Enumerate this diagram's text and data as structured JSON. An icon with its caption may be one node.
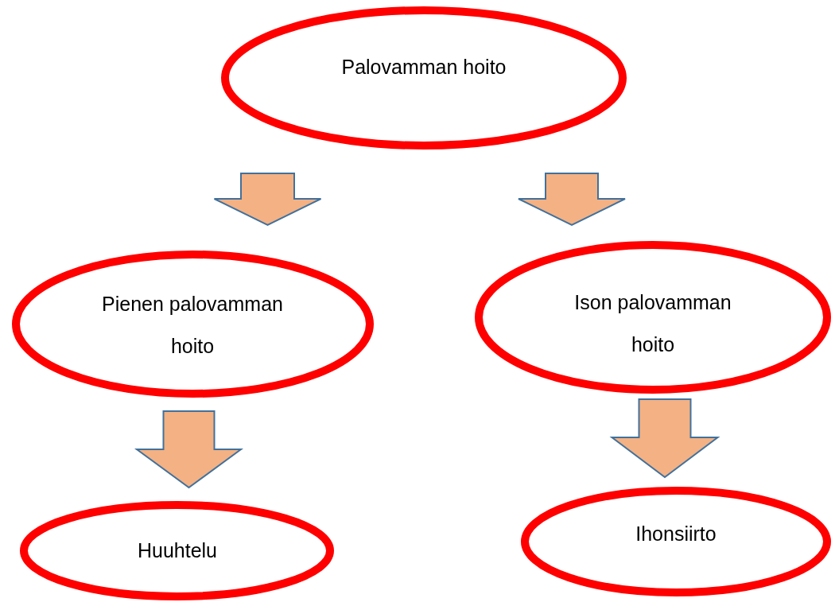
{
  "diagram": {
    "nodes": [
      {
        "text": [
          "Palovamman hoito"
        ]
      },
      {
        "text": [
          "Pienen palovamman hoito"
        ]
      },
      {
        "text": [
          "Ison palovamman hoito"
        ]
      },
      {
        "text": [
          "Huuhtelu"
        ]
      },
      {
        "text": [
          "Ihonsiirto"
        ]
      }
    ],
    "edges": [
      {
        "from": 0,
        "to": 1,
        "arrow": "to"
      },
      {
        "from": 0,
        "to": 2,
        "arrow": "to"
      },
      {
        "from": 1,
        "to": 3,
        "arrow": "to"
      },
      {
        "from": 2,
        "to": 4,
        "arrow": "to"
      }
    ]
  }
}
